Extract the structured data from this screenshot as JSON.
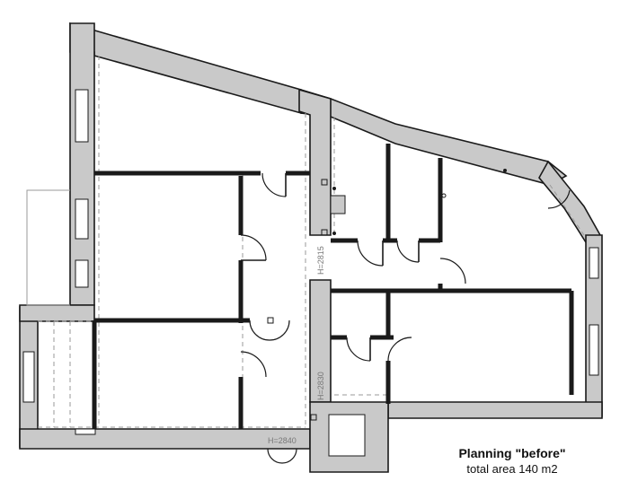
{
  "caption": {
    "title": "Planning \"before\"",
    "subtitle": "total area 140 m2"
  },
  "height_labels": {
    "h1": "H=2815",
    "h2": "H=2830",
    "h3": "H=2840"
  }
}
